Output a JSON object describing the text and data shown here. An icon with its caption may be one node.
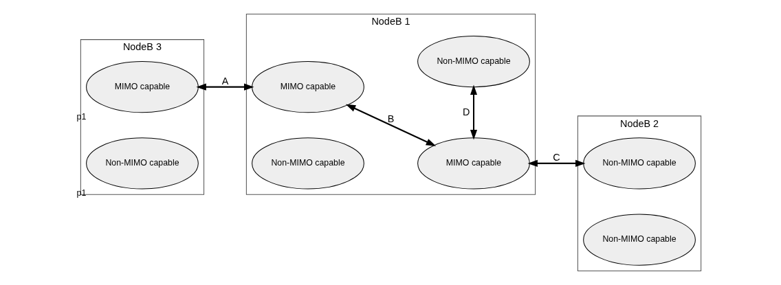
{
  "diagram": {
    "nodes": [
      {
        "text": [
          "NodeB 3"
        ]
      },
      {
        "text": [
          "MIMO capable"
        ],
        "in": 0,
        "beside": [
          "p1"
        ]
      },
      {
        "text": [
          "Non-MIMO capable"
        ],
        "in": 0,
        "beside": [
          "p1"
        ]
      },
      {
        "text": [
          "NodeB 1"
        ]
      },
      {
        "text": [
          "MIMO capable"
        ],
        "in": 3
      },
      {
        "text": [
          "MIMO capable"
        ],
        "in": 3
      },
      {
        "text": [
          "Non-MIMO capable"
        ],
        "in": 3
      },
      {
        "text": [
          "Non-MIMO capable"
        ],
        "in": 3
      },
      {
        "text": [
          "NodeB 2"
        ]
      },
      {
        "text": [
          "Non-MIMO capable"
        ],
        "in": 8
      },
      {
        "text": [
          "Non-MIMO capable"
        ],
        "in": 8
      }
    ],
    "edges": [
      {
        "from": 1,
        "to": 4,
        "arrow": "both",
        "label": "A"
      },
      {
        "from": 4,
        "to": 5,
        "arrow": "both",
        "label": "B"
      },
      {
        "from": 5,
        "to": 9,
        "arrow": "both",
        "label": "C"
      },
      {
        "from": 5,
        "to": 7,
        "arrow": "both",
        "label": "D"
      }
    ]
  }
}
